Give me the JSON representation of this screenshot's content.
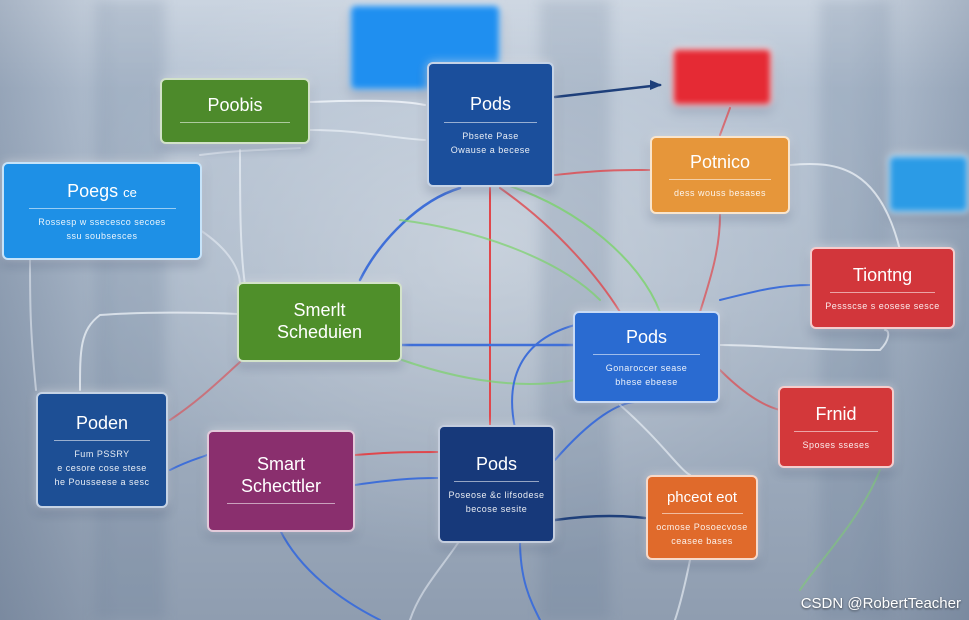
{
  "nodes": {
    "pods_top": {
      "title": "Pods",
      "sub1": "Pbsete Pase",
      "sub2": "Owause a becese",
      "color": "#1b4f9c"
    },
    "poobis": {
      "title": "Poobis",
      "color": "#4d8a2b"
    },
    "poegs": {
      "title": "Poegs",
      "title2": "ce",
      "sub1": "Rossesp w ssecesco secoes",
      "sub2": "ssu soubsesces",
      "color": "#1e90e6"
    },
    "smart_green": {
      "title": "Smerlt",
      "title2": "Scheduien",
      "color": "#4f8f2a"
    },
    "poden": {
      "title": "Poden",
      "sub1": "Fum PSSRY",
      "sub2": "e cesore cose stese",
      "sub3": "he Pousseese a sesc",
      "color": "#1d4f95"
    },
    "smart_purple": {
      "title": "Smart",
      "title2": "Schecttler",
      "color": "#8a2f6e"
    },
    "pods_bottom": {
      "title": "Pods",
      "sub1": "Poseose &c lifsodese",
      "sub2": "becose sesite",
      "color": "#17397a"
    },
    "pods_right": {
      "title": "Pods",
      "sub1": "Gonaroccer sease",
      "sub2": "bhese ebeese",
      "color": "#2a6bd1"
    },
    "potnico": {
      "title": "Potnico",
      "sub1": "dess wouss besases",
      "color": "#e6963a"
    },
    "tiontng": {
      "title": "Tiontng",
      "sub1": "Pessscse s eosese sesce",
      "color": "#d2363b"
    },
    "frnid": {
      "title": "Frnid",
      "sub1": "Sposes sseses",
      "color": "#d3383a"
    },
    "phceot": {
      "title": "phceot eot",
      "sub1": "ocmose Posoecvose",
      "sub2": "ceasee bases",
      "color": "#e06a2b"
    }
  },
  "colors": {
    "link_blue": "#3f6fd8",
    "link_red": "#e0474c",
    "link_green": "#7bd36a",
    "link_white": "#f2f6fb",
    "link_dark": "#1e3f7a"
  },
  "watermark": "CSDN @RobertTeacher"
}
